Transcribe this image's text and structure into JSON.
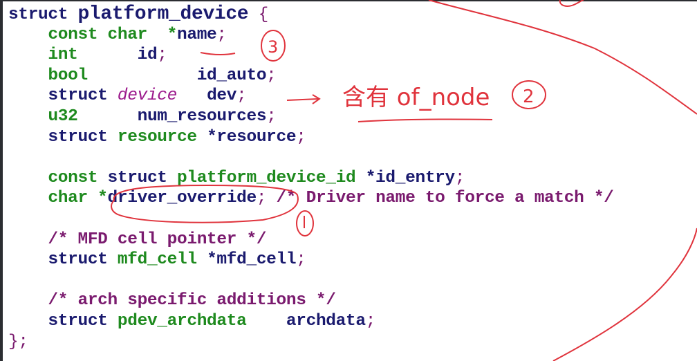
{
  "code": {
    "lines": [
      {
        "tokens": [
          {
            "t": "struct ",
            "c": "kw"
          },
          {
            "t": "platform_device",
            "c": "id big"
          },
          {
            "t": " {",
            "c": "pu"
          }
        ]
      },
      {
        "tokens": [
          {
            "t": "    const char  ",
            "c": "ty"
          },
          {
            "t": "*",
            "c": "ty"
          },
          {
            "t": "name",
            "c": "id"
          },
          {
            "t": ";",
            "c": "pu"
          }
        ]
      },
      {
        "tokens": [
          {
            "t": "    int      ",
            "c": "ty"
          },
          {
            "t": "id",
            "c": "id"
          },
          {
            "t": ";",
            "c": "pu"
          }
        ]
      },
      {
        "tokens": [
          {
            "t": "    bool           ",
            "c": "ty"
          },
          {
            "t": "id_auto",
            "c": "id"
          },
          {
            "t": ";",
            "c": "pu"
          }
        ]
      },
      {
        "tokens": [
          {
            "t": "    struct ",
            "c": "kw"
          },
          {
            "t": "device",
            "c": "it"
          },
          {
            "t": "   dev",
            "c": "id"
          },
          {
            "t": ";",
            "c": "pu"
          }
        ]
      },
      {
        "tokens": [
          {
            "t": "    u32      ",
            "c": "ty"
          },
          {
            "t": "num_resources",
            "c": "id"
          },
          {
            "t": ";",
            "c": "pu"
          }
        ]
      },
      {
        "tokens": [
          {
            "t": "    struct ",
            "c": "kw"
          },
          {
            "t": "resource ",
            "c": "ty"
          },
          {
            "t": "*resource",
            "c": "id"
          },
          {
            "t": ";",
            "c": "pu"
          }
        ]
      },
      {
        "tokens": [
          {
            "t": " ",
            "c": "pu"
          }
        ]
      },
      {
        "tokens": [
          {
            "t": "    const ",
            "c": "ty"
          },
          {
            "t": "struct ",
            "c": "kw"
          },
          {
            "t": "platform_device_id ",
            "c": "ty"
          },
          {
            "t": "*id_entry",
            "c": "id"
          },
          {
            "t": ";",
            "c": "pu"
          }
        ]
      },
      {
        "tokens": [
          {
            "t": "    char ",
            "c": "ty"
          },
          {
            "t": "*",
            "c": "ty"
          },
          {
            "t": "driver_override",
            "c": "id"
          },
          {
            "t": "; ",
            "c": "pu"
          },
          {
            "t": "/* Driver name to force a match */",
            "c": "cm"
          }
        ]
      },
      {
        "tokens": [
          {
            "t": " ",
            "c": "pu"
          }
        ]
      },
      {
        "tokens": [
          {
            "t": "    /* MFD cell pointer */",
            "c": "cm"
          }
        ]
      },
      {
        "tokens": [
          {
            "t": "    struct ",
            "c": "kw"
          },
          {
            "t": "mfd_cell ",
            "c": "ty"
          },
          {
            "t": "*mfd_cell",
            "c": "id"
          },
          {
            "t": ";",
            "c": "pu"
          }
        ]
      },
      {
        "tokens": [
          {
            "t": " ",
            "c": "pu"
          }
        ]
      },
      {
        "tokens": [
          {
            "t": "    /* arch specific additions */",
            "c": "cm"
          }
        ]
      },
      {
        "tokens": [
          {
            "t": "    struct ",
            "c": "kw"
          },
          {
            "t": "pdev_archdata",
            "c": "ty"
          },
          {
            "t": "    archdata",
            "c": "id"
          },
          {
            "t": ";",
            "c": "pu"
          }
        ]
      },
      {
        "tokens": [
          {
            "t": "};",
            "c": "pu"
          }
        ]
      }
    ]
  },
  "annotations": {
    "color": "#e0333c",
    "marker_3": "3",
    "marker_2": "2",
    "marker_1": "1",
    "note_dev": "含有 of_node",
    "arrow": "→"
  },
  "colors": {
    "background": "#ffffff",
    "border": "#2b2d31",
    "keyword": "#1a1a6e",
    "type": "#1e8a1e",
    "comment": "#7a1a6e",
    "italic_type": "#9c1a8c",
    "annotation": "#e0333c"
  }
}
